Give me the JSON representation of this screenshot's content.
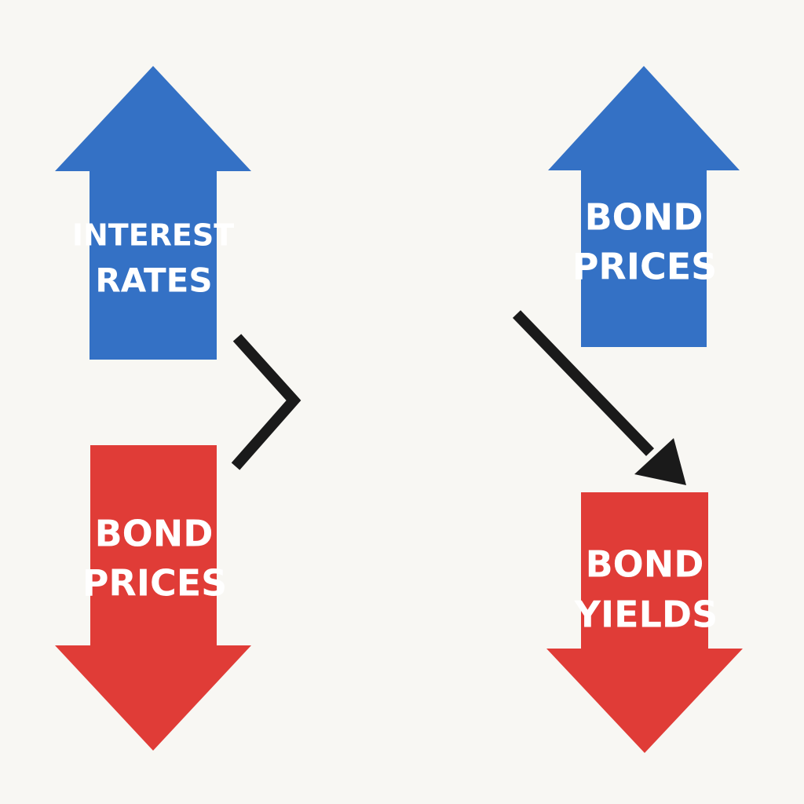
{
  "colors": {
    "background": "#f8f7f3",
    "up_arrow": "#3471c5",
    "down_arrow": "#e03c37",
    "connector": "#1a1a1a",
    "label_text": "#ffffff"
  },
  "arrows": {
    "interest_rates_up": {
      "direction": "up",
      "line1": "INTEREST",
      "line2": "RATES"
    },
    "bond_prices_down": {
      "direction": "down",
      "line1": "BOND",
      "line2": "PRICES"
    },
    "bond_prices_up": {
      "direction": "up",
      "line1": "BOND",
      "line2": "PRICES"
    },
    "bond_yields_down": {
      "direction": "down",
      "line1": "BOND",
      "line2": "YIELDS"
    }
  },
  "connectors": {
    "left": "chevron-right-icon",
    "right": "arrow-down-right-icon"
  }
}
